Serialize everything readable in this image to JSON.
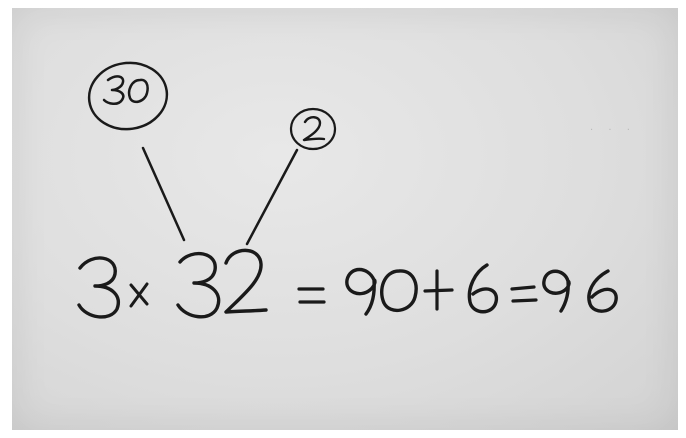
{
  "scene": {
    "paper_color": "#e3e3e3",
    "ink_color": "#1a1a1a"
  },
  "annotations": {
    "tens_part": "30",
    "ones_part": "2"
  },
  "equation": {
    "multiplier": "3",
    "operator_times": "×",
    "multiplicand": "32",
    "equals_1": "=",
    "partial_tens": "90",
    "operator_plus": "+",
    "partial_ones": "6",
    "equals_2": "=",
    "result": "96"
  }
}
